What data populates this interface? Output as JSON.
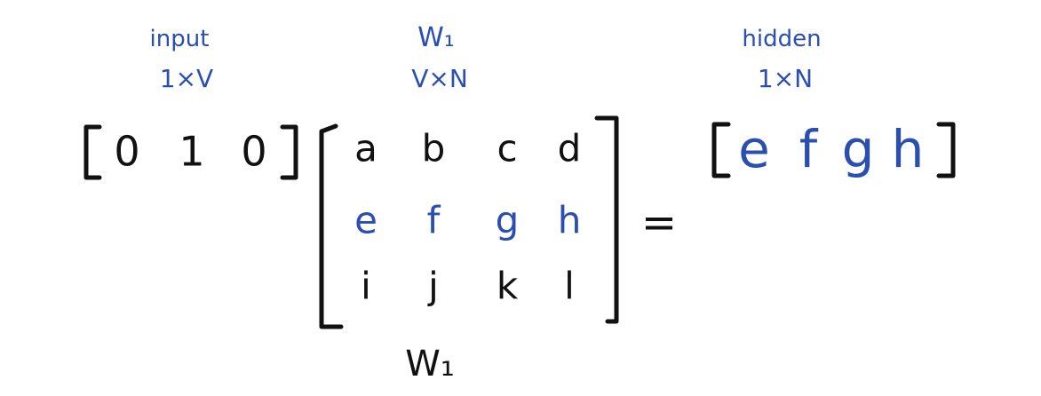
{
  "labels": {
    "input": {
      "title": "input",
      "dims": "1×V"
    },
    "weights": {
      "title": "W₁",
      "dims": "V×N"
    },
    "hidden": {
      "title": "hidden",
      "dims": "1×N"
    },
    "below_matrix": "W₁"
  },
  "input_vector": [
    "0",
    "1",
    "0"
  ],
  "weight_matrix": [
    [
      "a",
      "b",
      "c",
      "d"
    ],
    [
      "e",
      "f",
      "g",
      "h"
    ],
    [
      "i",
      "j",
      "k",
      "l"
    ]
  ],
  "highlighted_row_index": 1,
  "equals_sign": "=",
  "hidden_vector": [
    "e",
    "f",
    "g",
    "h"
  ],
  "colors": {
    "ink": "#111111",
    "highlight": "#2a4fb0",
    "background": "#ffffff"
  }
}
